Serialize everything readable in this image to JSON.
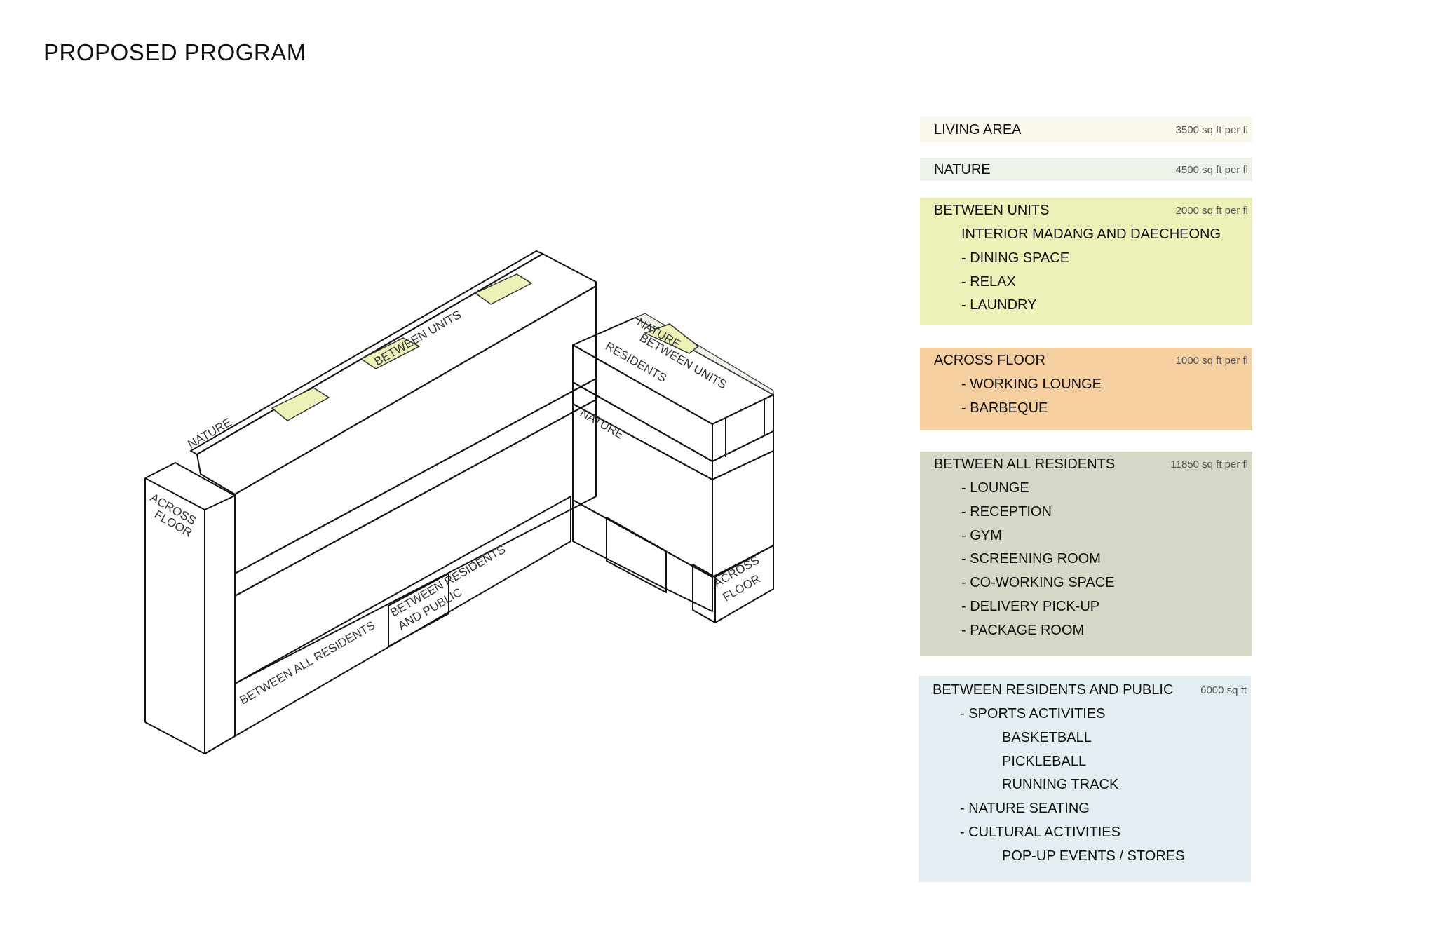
{
  "page_title": "PROPOSED PROGRAM",
  "colors": {
    "living_area": "#FAF9EC",
    "nature": "#EEF3EA",
    "between_units": "#EDF1B8",
    "across_floor": "#F6CFA1",
    "between_all_residents": "#D6D7C6",
    "between_residents_public": "#E4EEF2"
  },
  "diagram_labels": {
    "nature_left": "NATURE",
    "between_units_top": "BETWEEN UNITS",
    "across_floor_left": [
      "ACROSS",
      "FLOOR"
    ],
    "nature_right_top": "NATURE",
    "between_units_right": "BETWEEN UNITS",
    "residents_right": "RESIDENTS",
    "nature_right_face": "NATURE",
    "between_residents_public": [
      "BETWEEN RESIDENTS",
      "AND PUBLIC"
    ],
    "between_all_residents": "BETWEEN ALL RESIDENTS",
    "across_floor_right": [
      "ACROSS",
      "FLOOR"
    ]
  },
  "legend": [
    {
      "name": "LIVING AREA",
      "area": "3500 sq ft per fl",
      "items": []
    },
    {
      "name": "NATURE",
      "area": "4500 sq ft per fl",
      "items": []
    },
    {
      "name": "BETWEEN UNITS",
      "area": "2000 sq ft per fl",
      "items": [
        "INTERIOR MADANG AND DAECHEONG",
        "- DINING SPACE",
        "- RELAX",
        "- LAUNDRY"
      ]
    },
    {
      "name": "ACROSS FLOOR",
      "area": "1000 sq ft per fl",
      "items": [
        "- WORKING LOUNGE",
        "- BARBEQUE"
      ]
    },
    {
      "name": "BETWEEN ALL RESIDENTS",
      "area": "11850 sq ft per fl",
      "items": [
        "- LOUNGE",
        "- RECEPTION",
        "- GYM",
        "- SCREENING ROOM",
        "- CO-WORKING SPACE",
        "- DELIVERY PICK-UP",
        "- PACKAGE ROOM"
      ]
    },
    {
      "name": "BETWEEN RESIDENTS AND PUBLIC",
      "area": "6000 sq ft",
      "items": [
        "- SPORTS ACTIVITIES",
        "BASKETBALL",
        "PICKLEBALL",
        "RUNNING TRACK",
        "- NATURE SEATING",
        "- CULTURAL ACTIVITIES",
        "POP-UP EVENTS / STORES"
      ]
    }
  ]
}
